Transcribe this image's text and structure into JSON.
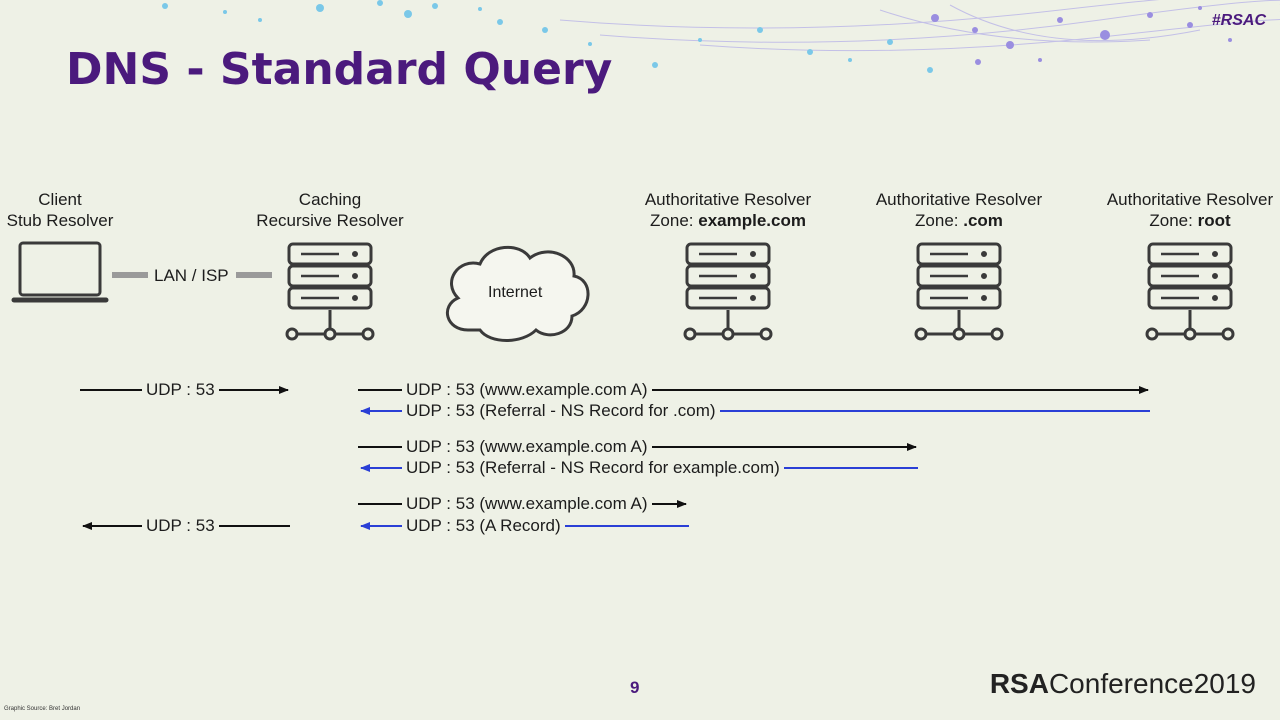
{
  "slide": {
    "hashtag": "#RSAC",
    "title": "DNS - Standard Query",
    "page_number": "9",
    "brand_bold": "RSA",
    "brand_rest": "Conference2019",
    "source": "Graphic Source: Bret Jordan"
  },
  "nodes": {
    "client": {
      "line1": "Client",
      "line2": "Stub Resolver"
    },
    "caching": {
      "line1": "Caching",
      "line2": "Recursive Resolver"
    },
    "internet": {
      "label": "Internet"
    },
    "lan_label": "LAN / ISP",
    "auth_example": {
      "line1": "Authoritative Resolver",
      "zone_prefix": "Zone: ",
      "zone": "example.com"
    },
    "auth_com": {
      "line1": "Authoritative Resolver",
      "zone_prefix": "Zone: ",
      "zone": ".com"
    },
    "auth_root": {
      "line1": "Authoritative Resolver",
      "zone_prefix": "Zone: ",
      "zone": "root"
    }
  },
  "messages": {
    "client_query": "UDP : 53",
    "root_query": "UDP : 53 (www.example.com A)",
    "root_reply": "UDP : 53 (Referral - NS Record for .com)",
    "com_query": "UDP : 53 (www.example.com A)",
    "com_reply": "UDP : 53 (Referral - NS Record for example.com)",
    "example_query": "UDP : 53 (www.example.com A)",
    "example_reply": "UDP : 53 (A Record)",
    "client_reply": "UDP : 53"
  },
  "colors": {
    "title": "#4b1a7d",
    "query_arrow": "#111111",
    "reply_arrow": "#2a3fd6",
    "server_stroke": "#3a3a3a"
  }
}
